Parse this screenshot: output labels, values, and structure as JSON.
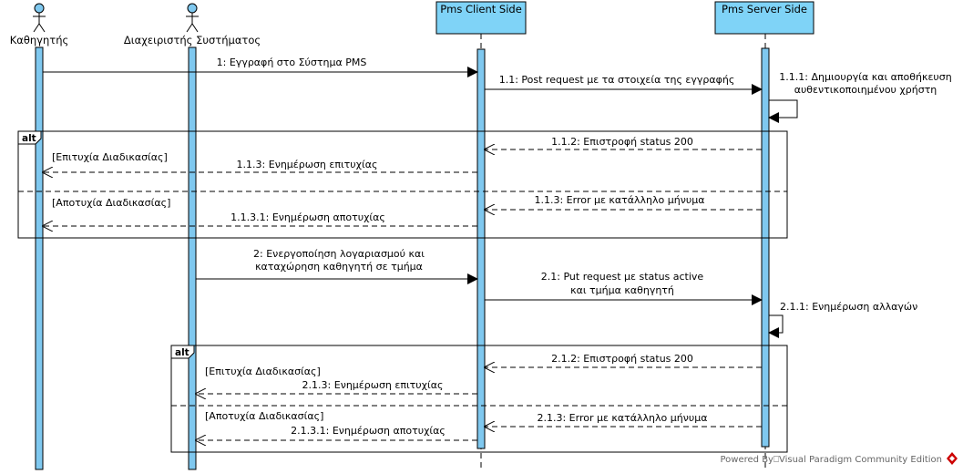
{
  "actors": [
    {
      "id": "kathigitis",
      "name": "Καθηγητής"
    },
    {
      "id": "diaxeiristis",
      "name": "Διαχειριστής Συστήματος"
    }
  ],
  "systems": [
    {
      "id": "client",
      "name": "Pms Client Side"
    },
    {
      "id": "server",
      "name": "Pms Server Side"
    }
  ],
  "messages": {
    "m1": "1: Εγγραφή στο Σύστημα PMS",
    "m1_1": "1.1: Post request με τα στοιχεία της εγγραφής",
    "m1_1_1_line1": "1.1.1: Δημιουργία και αποθήκευση",
    "m1_1_1_line2": "αυθεντικοποιημένου χρήστη",
    "m1_1_2": "1.1.2: Επιστροφή status 200",
    "m1_1_3_success": "1.1.3: Ενημέρωση επιτυχίας",
    "m1_1_3_error": "1.1.3: Error με κατάλληλο μήνυμα",
    "m1_1_3_1": "1.1.3.1: Ενημέρωση αποτυχίας",
    "m2_line1": "2: Ενεργοποίηση λογαριασμού και",
    "m2_line2": "καταχώρηση καθηγητή σε τμήμα",
    "m2_1_line1": "2.1: Put request με status active",
    "m2_1_line2": "και τμήμα καθηγητή",
    "m2_1_1": "2.1.1: Ενημέρωση αλλαγών",
    "m2_1_2": "2.1.2: Επιστροφή status 200",
    "m2_1_3_success": "2.1.3: Ενημέρωση επιτυχίας",
    "m2_1_3_error": "2.1.3: Error με κατάλληλο μήνυμα",
    "m2_1_3_1": "2.1.3.1: Ενημέρωση αποτυχίας"
  },
  "fragments": {
    "keyword": "alt",
    "guard_success": "[Επιτυχία Διαδικασίας]",
    "guard_failure": "[Αποτυχία Διαδικασίας]"
  },
  "footer": "Powered By⎕Visual Paradigm Community Edition",
  "colors": {
    "lifeline_fill": "#7fc8ef",
    "lifeline_stroke": "#000000",
    "header_fill": "#7fd3f7",
    "brand": "#cc0000"
  },
  "icons": {
    "actor": "stick-figure-icon",
    "brand": "visual-paradigm-logo-icon"
  }
}
